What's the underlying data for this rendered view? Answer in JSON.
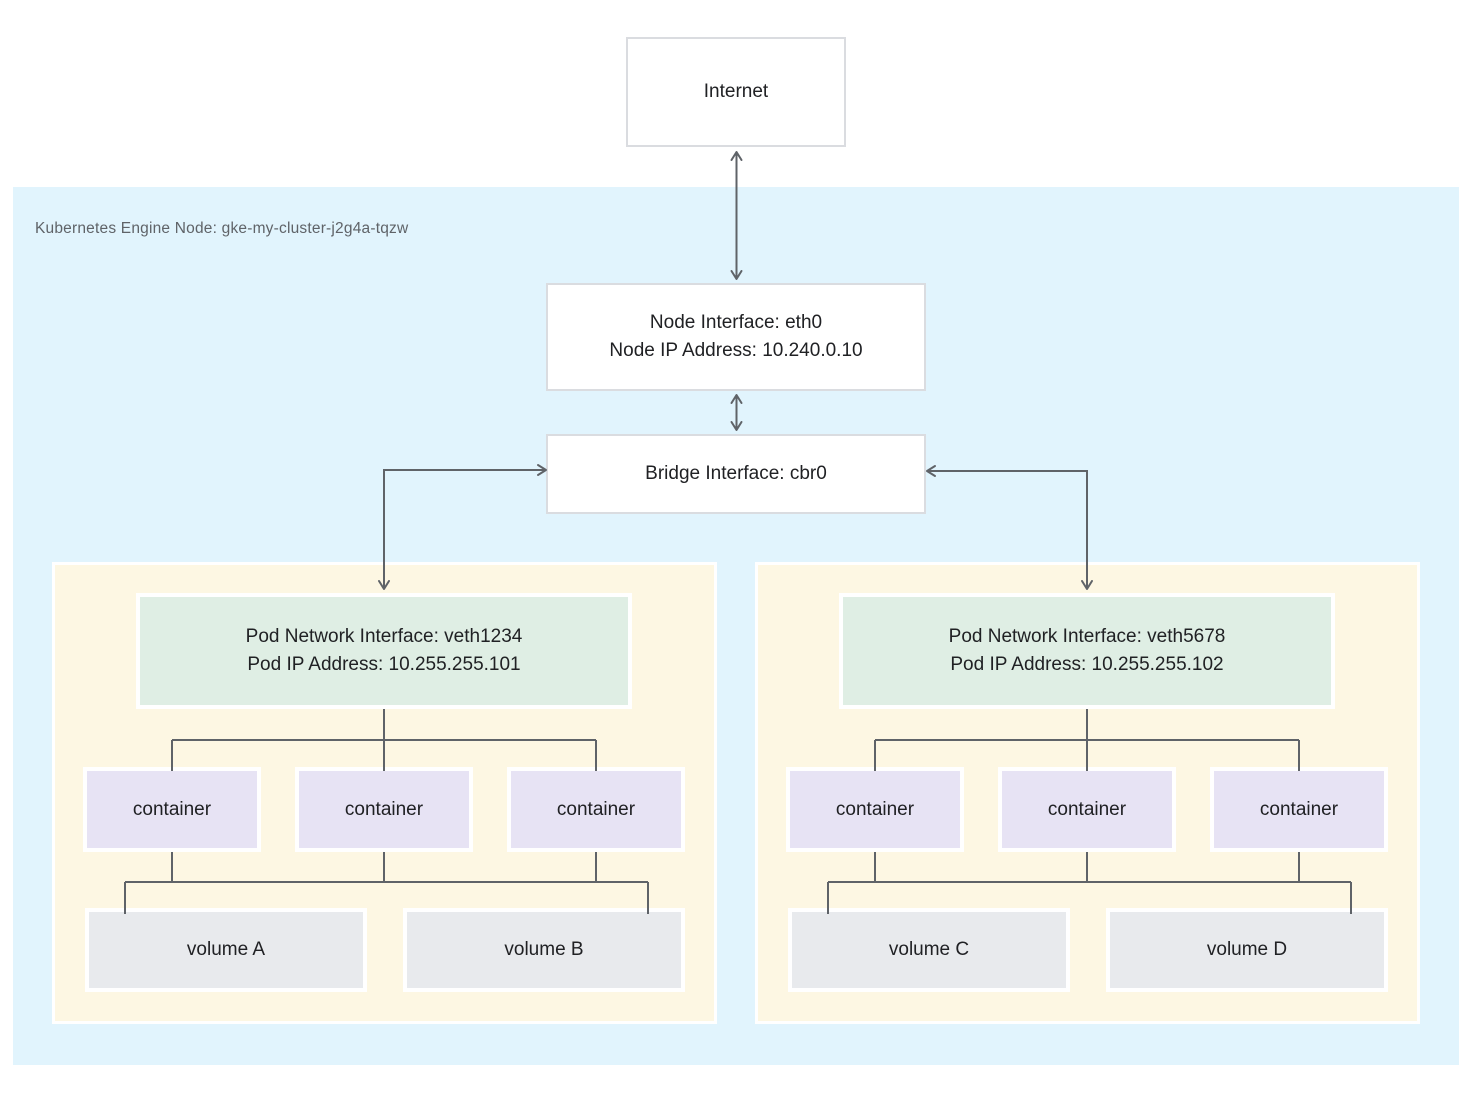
{
  "diagram": {
    "internet_label": "Internet",
    "node_region_label": "Kubernetes Engine Node: gke-my-cluster-j2g4a-tqzw",
    "node_interface": {
      "line1": "Node Interface: eth0",
      "line2": "Node IP Address: 10.240.0.10"
    },
    "bridge_interface": {
      "label": "Bridge Interface: cbr0"
    },
    "pods": [
      {
        "network_interface": {
          "line1": "Pod Network Interface: veth1234",
          "line2": "Pod IP Address: 10.255.255.101"
        },
        "containers": [
          "container",
          "container",
          "container"
        ],
        "volumes": [
          "volume A",
          "volume B"
        ]
      },
      {
        "network_interface": {
          "line1": "Pod Network Interface: veth5678",
          "line2": "Pod IP Address: 10.255.255.102"
        },
        "containers": [
          "container",
          "container",
          "container"
        ],
        "volumes": [
          "volume C",
          "volume D"
        ]
      }
    ],
    "colors": {
      "node_region_bg": "#e1f4fd",
      "pod_bg": "#fdf7e3",
      "pod_interface_bg": "#dfeee4",
      "container_bg": "#e7e3f4",
      "volume_bg": "#e8eaed",
      "box_border": "#dadce0",
      "inner_border": "#ffffff",
      "connector_line": "#5f6368",
      "text": "#202124",
      "region_label_text": "#5f6368"
    }
  }
}
